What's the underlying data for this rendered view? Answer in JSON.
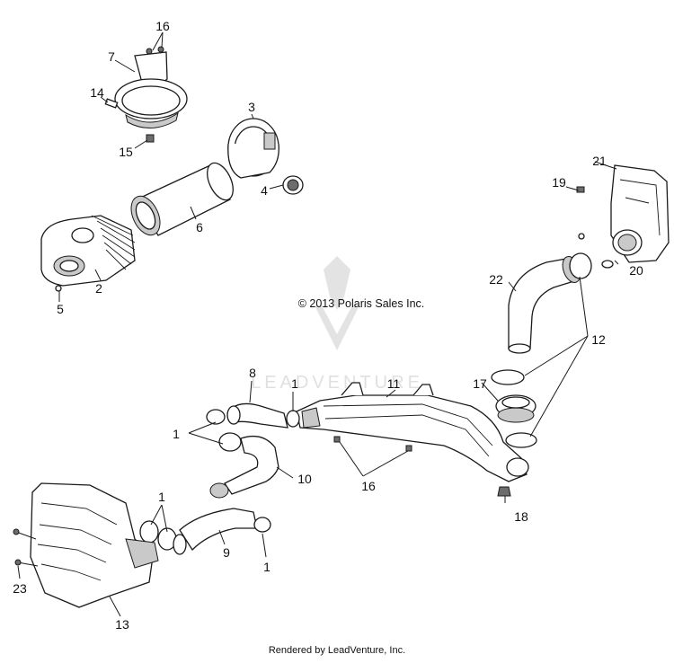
{
  "copyright": "© 2013 Polaris Sales Inc.",
  "watermark": "LEADVENTURE",
  "footer": "Rendered by LeadVenture, Inc.",
  "callouts": [
    {
      "id": "c16a",
      "text": "16"
    },
    {
      "id": "c7",
      "text": "7"
    },
    {
      "id": "c14",
      "text": "14"
    },
    {
      "id": "c15",
      "text": "15"
    },
    {
      "id": "c3",
      "text": "3"
    },
    {
      "id": "c4",
      "text": "4"
    },
    {
      "id": "c6",
      "text": "6"
    },
    {
      "id": "c2",
      "text": "2"
    },
    {
      "id": "c5",
      "text": "5"
    },
    {
      "id": "c21",
      "text": "21"
    },
    {
      "id": "c19",
      "text": "19"
    },
    {
      "id": "c20",
      "text": "20"
    },
    {
      "id": "c22",
      "text": "22"
    },
    {
      "id": "c12",
      "text": "12"
    },
    {
      "id": "c17",
      "text": "17"
    },
    {
      "id": "c18",
      "text": "18"
    },
    {
      "id": "c8",
      "text": "8"
    },
    {
      "id": "c1a",
      "text": "1"
    },
    {
      "id": "c11",
      "text": "11"
    },
    {
      "id": "c1b",
      "text": "1"
    },
    {
      "id": "c10",
      "text": "10"
    },
    {
      "id": "c16b",
      "text": "16"
    },
    {
      "id": "c1c",
      "text": "1"
    },
    {
      "id": "c9",
      "text": "9"
    },
    {
      "id": "c1d",
      "text": "1"
    },
    {
      "id": "c23",
      "text": "23"
    },
    {
      "id": "c13",
      "text": "13"
    }
  ],
  "colors": {
    "ink": "#1a1a1a",
    "shade": "#c9c9c9",
    "watermark": "#e0e0e0"
  }
}
